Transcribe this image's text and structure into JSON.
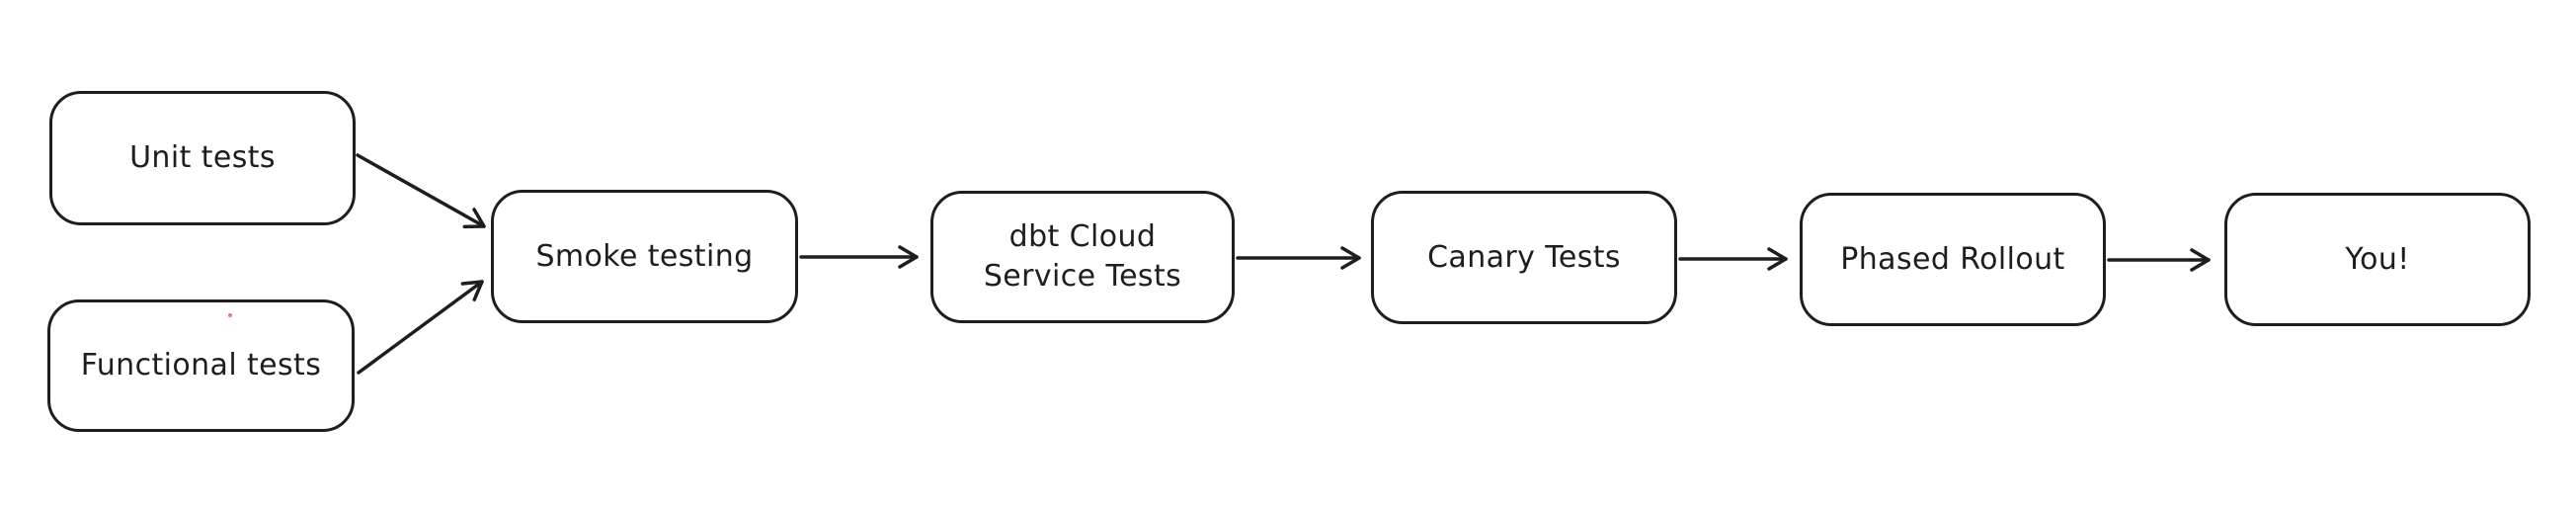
{
  "diagram": {
    "type": "flowchart",
    "style": "hand-drawn-whiteboard",
    "colors": {
      "stroke": "#1e1e1e",
      "text": "#1e1e1e",
      "background": "#ffffff",
      "artifact_dot": "#e03131"
    },
    "nodes": {
      "unit_tests": {
        "label": "Unit tests"
      },
      "functional_tests": {
        "label": "Functional tests"
      },
      "smoke_testing": {
        "label": "Smoke testing"
      },
      "dbt_cloud_service_tests": {
        "line1": "dbt Cloud",
        "line2": "Service Tests"
      },
      "canary_tests": {
        "label": "Canary Tests"
      },
      "phased_rollout": {
        "label": "Phased Rollout"
      },
      "you": {
        "label": "You!"
      }
    },
    "edges": [
      {
        "from": "Unit tests",
        "to": "Smoke testing"
      },
      {
        "from": "Functional tests",
        "to": "Smoke testing"
      },
      {
        "from": "Smoke testing",
        "to": "dbt Cloud Service Tests"
      },
      {
        "from": "dbt Cloud Service Tests",
        "to": "Canary Tests"
      },
      {
        "from": "Canary Tests",
        "to": "Phased Rollout"
      },
      {
        "from": "Phased Rollout",
        "to": "You!"
      }
    ]
  }
}
